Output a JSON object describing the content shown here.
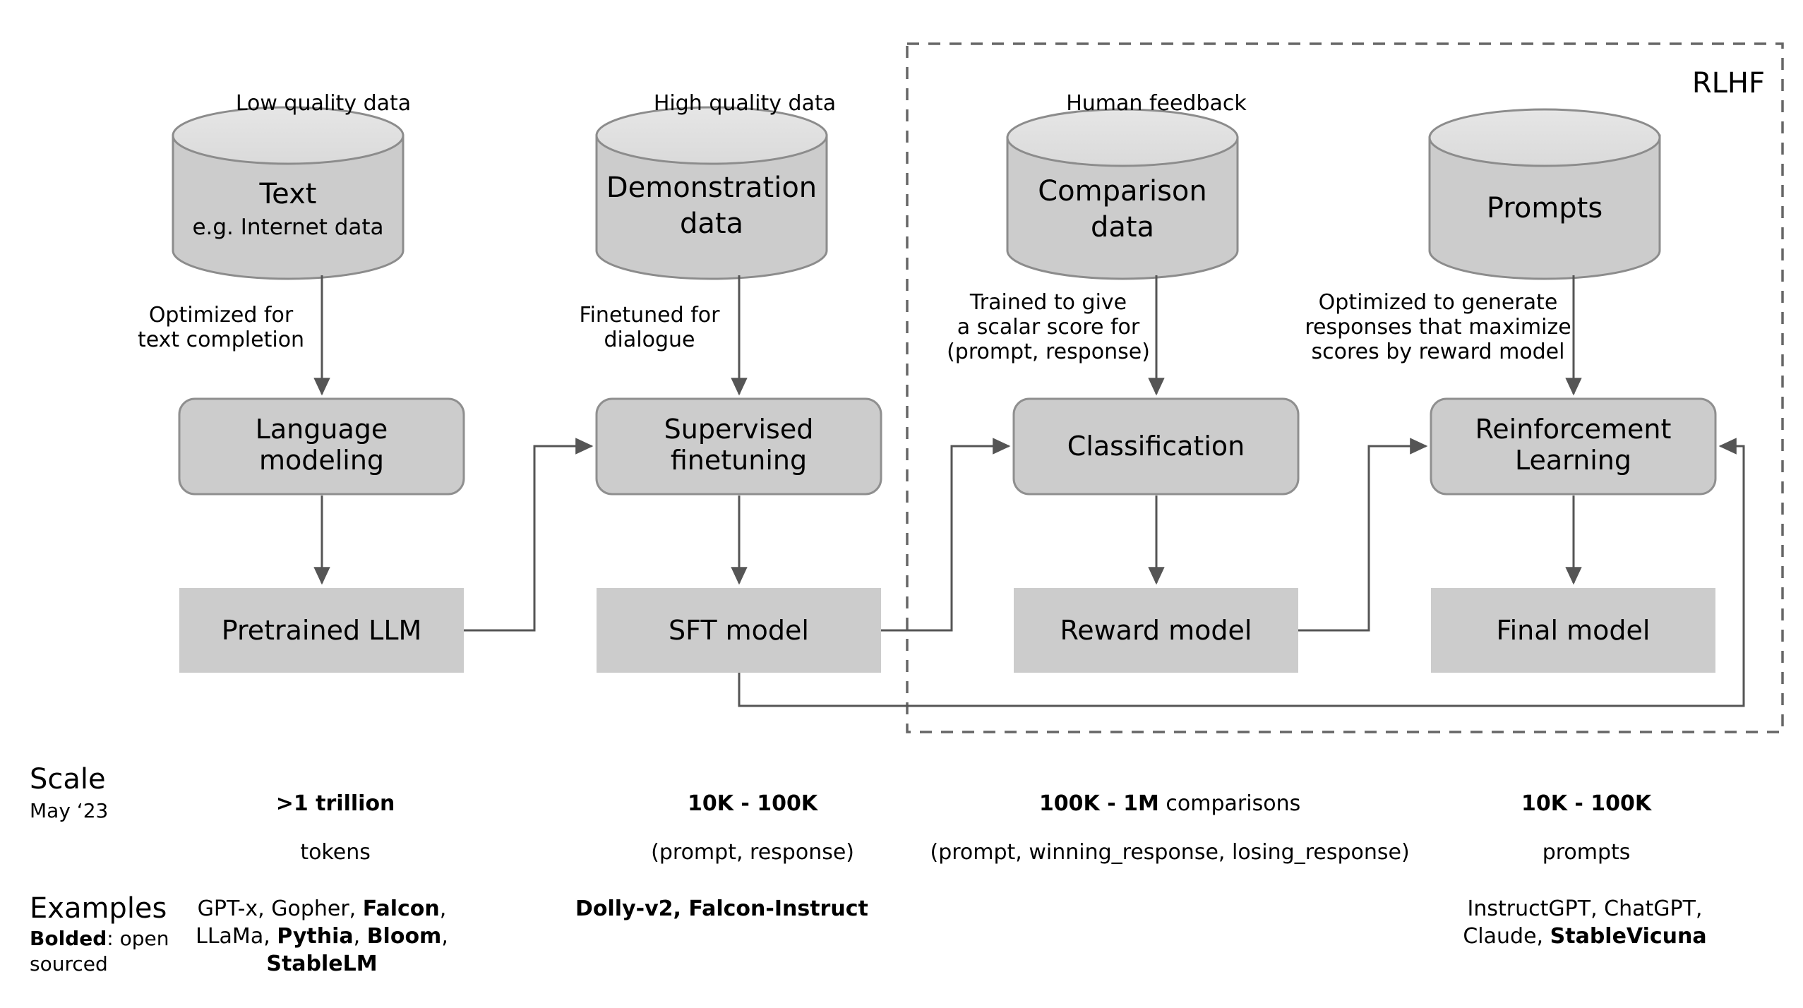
{
  "diagram": {
    "title": "RLHF training pipeline",
    "rlhf_box_label": "RLHF",
    "colors": {
      "box_fill": "#cccccc",
      "cylinder_body": "#cccccc",
      "cylinder_top": "#e2e2e2",
      "stroke": "#808080",
      "arrow": "#555555",
      "text": "#000000",
      "background": "#ffffff"
    }
  },
  "stages": [
    {
      "id": "pretraining",
      "data_caption": "Low quality data",
      "cylinder_title": "Text",
      "cylinder_subtitle": "e.g. Internet data",
      "edge_label": "Optimized for\ntext completion",
      "process_label": "Language\nmodeling",
      "output_label": "Pretrained LLM",
      "scale_bold": ">1 trillion",
      "scale_plain": "tokens",
      "examples_html": "GPT-x, Gopher, <b>Falcon</b>,\nLLaMa, <b>Pythia</b>, <b>Bloom</b>,\n<b>StableLM</b>"
    },
    {
      "id": "sft",
      "data_caption": "High quality data",
      "cylinder_title": "Demonstration",
      "cylinder_subtitle": "data",
      "edge_label": "Finetuned for\ndialogue",
      "process_label": "Supervised\nfinetuning",
      "output_label": "SFT model",
      "scale_bold": "10K - 100K",
      "scale_plain": "(prompt, response)",
      "examples_html": "<b>Dolly-v2, Falcon-Instruct</b>"
    },
    {
      "id": "reward-modeling",
      "data_caption": "Human feedback",
      "cylinder_title": "Comparison",
      "cylinder_subtitle": "data",
      "edge_label": "Trained to give\na scalar score for\n(prompt, response)",
      "process_label": "Classification",
      "output_label": "Reward model",
      "scale_bold": "100K - 1M",
      "scale_plain": " comparisons",
      "scale_line2": "(prompt, winning_response, losing_response)",
      "examples_html": ""
    },
    {
      "id": "rl-finetuning",
      "data_caption": "",
      "cylinder_title": "Prompts",
      "cylinder_subtitle": "",
      "edge_label": "Optimized to generate\nresponses that maximize\nscores by reward model",
      "process_label": "Reinforcement\nLearning",
      "output_label": "Final model",
      "scale_bold": "10K - 100K",
      "scale_plain": "prompts",
      "examples_html": "InstructGPT, ChatGPT,\nClaude, <b>StableVicuna</b>"
    }
  ],
  "rows": {
    "scale": {
      "title": "Scale",
      "subtitle": "May ‘23"
    },
    "examples": {
      "title": "Examples",
      "subtitle_html": "<b>Bolded</b>: open\nsourced"
    }
  }
}
